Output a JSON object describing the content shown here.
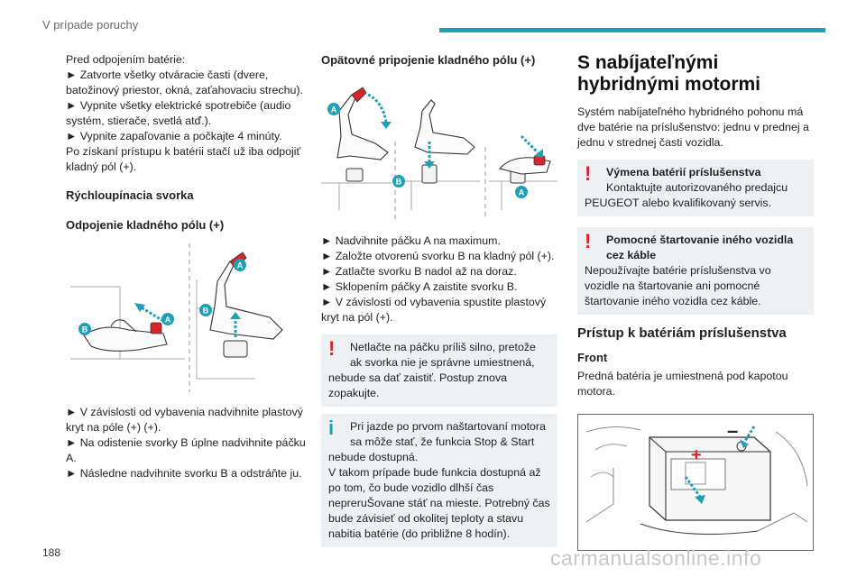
{
  "header": {
    "title": "V prípade poruchy"
  },
  "page_number": "188",
  "watermark": "carmanualsonline.info",
  "col1": {
    "intro_lines": [
      "Pred odpojením batérie:",
      "► Zatvorte všetky otváracie časti (dvere, batožinový priestor, okná, zaťahovaciu strechu).",
      "► Vypnite všetky elektrické spotrebiče (audio systém, stierače, svetlá atď.).",
      "► Vypnite zapaľovanie a počkajte 4 minúty.",
      "Po získaní prístupu k batérii stačí už iba odpojiť kladný pól (+)."
    ],
    "quick_clamp_heading": "Rýchloupínacia svorka",
    "disconnect_heading": "Odpojenie kladného pólu (+)",
    "figure_labels": {
      "a": "A",
      "b": "B"
    },
    "steps": [
      "► V závislosti od vybavenia nadvihnite plastový kryt na póle (+) (+).",
      "► Na odistenie svorky B úplne nadvihnite páčku A.",
      "► Následne nadvihnite svorku B a odstráňte ju."
    ]
  },
  "col2": {
    "reconnect_heading": "Opätovné pripojenie kladného pólu (+)",
    "figure_labels": {
      "a": "A",
      "b": "B"
    },
    "steps": [
      "► Nadvihnite páčku A na maximum.",
      "► Založte otvorenú svorku B na kladný pól (+).",
      "► Zatlačte svorku B nadol až na doraz.",
      "► Sklopením páčky A zaistite svorku B.",
      "► V závislosti od vybavenia spustite plastový kryt na pól (+)."
    ],
    "warning_text": [
      "Netlačte na páčku príliš silno, pretože ak svorka nie je správne umiestnená,",
      "nebude sa dať zaistiť. Postup znova zopakujte."
    ],
    "info_text": [
      "Pri jazde po prvom naštartovaní motora sa môže stať, že funkcia Stop & Start",
      "nebude dostupná.",
      "V takom prípade bude funkcia dostupná až po tom, čo bude vozidlo dlhší čas nepreruŠovane stáť na mieste. Potrebný čas bude závisieť od okolitej teploty a stavu nabitia batérie (do približne 8 hodín)."
    ]
  },
  "col3": {
    "title": "S nabíjateľnými hybridnými motormi",
    "intro": "Systém nabíjateľného hybridného pohonu má dve batérie na príslušenstvo: jednu v prednej a jednu v strednej časti vozidla.",
    "callout1": {
      "title": "Výmena batérií príslušenstva",
      "text1": "Kontaktujte autorizovaného predajcu",
      "text2": "PEUGEOT alebo kvalifikovaný servis."
    },
    "callout2": {
      "title": "Pomocné štartovanie iného vozidla cez káble",
      "text": "Nepoužívajte batérie príslušenstva vo vozidle na štartovanie ani pomocné štartovanie iného vozidla cez káble."
    },
    "access_heading": "Prístup k batériám príslušenstva",
    "front_heading": "Front",
    "front_text": "Predná batéria je umiestnená pod kapotou motora.",
    "figure_symbols": {
      "plus": "+",
      "minus": "–"
    }
  },
  "colors": {
    "accent": "#1ea0b5",
    "warning": "#d8242b",
    "callout_bg": "#eef1f3"
  }
}
